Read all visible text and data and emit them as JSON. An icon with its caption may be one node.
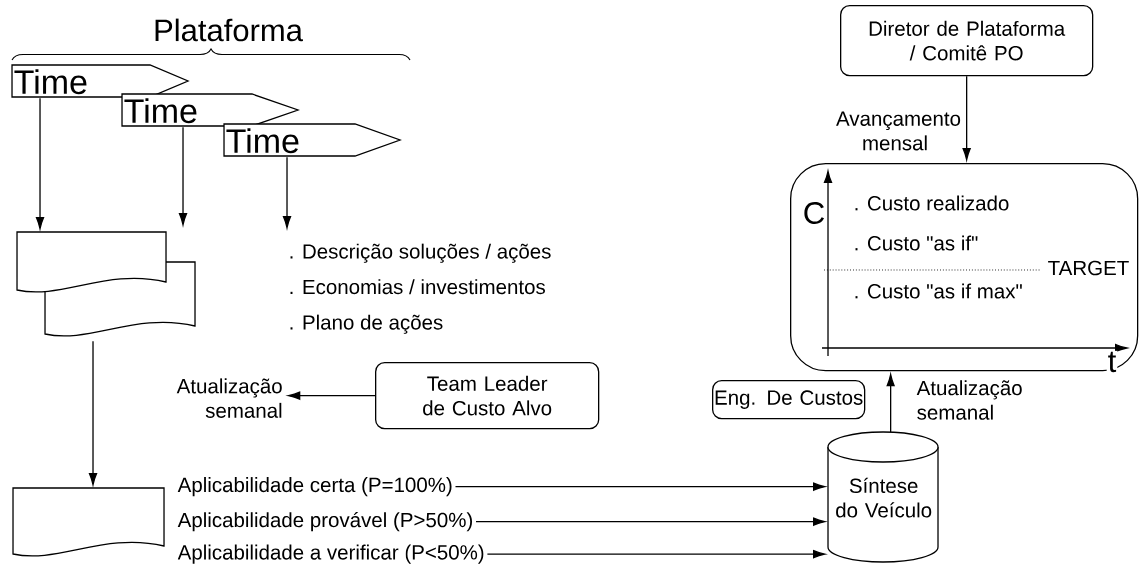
{
  "diagram": {
    "nodes": [
      {
        "text": [
          "Time"
        ]
      },
      {
        "text": [
          "Time"
        ]
      },
      {
        "text": [
          "Time"
        ]
      },
      {
        "text": [],
        "shape": "documents"
      },
      {
        "text": [
          ". Descrição soluções / ações",
          ". Economias / investimentos",
          ". Plano de ações"
        ]
      },
      {
        "text": [
          "Team Leader de Custo Alvo"
        ]
      },
      {
        "text": [
          "Atualização semanal"
        ]
      },
      {
        "text": [],
        "shape": "document"
      },
      {
        "text": [
          "Aplicabilidade certa (P=100%)"
        ]
      },
      {
        "text": [
          "Aplicabilidade provável (P>50%)"
        ]
      },
      {
        "text": [
          "Aplicabilidade a verificar (P<50%)"
        ]
      },
      {
        "text": [
          "Síntese do Veículo"
        ]
      },
      {
        "text": [
          "Eng. De Custos"
        ]
      },
      {
        "text": [
          "Diretor de Plataforma / Comitê PO"
        ]
      },
      {
        "text": [
          "C",
          ". Custo realizado",
          ". Custo \"as if\"",
          "TARGET",
          ". Custo \"as if max\"",
          "t"
        ]
      }
    ],
    "edges": [
      {
        "from": 0,
        "to": 3,
        "arrow": "to"
      },
      {
        "from": 1,
        "to": 3,
        "arrow": "to"
      },
      {
        "from": 2,
        "to": 4,
        "arrow": "to"
      },
      {
        "from": 3,
        "to": 7,
        "arrow": "to"
      },
      {
        "from": 5,
        "to": 6,
        "arrow": "to"
      },
      {
        "from": 8,
        "to": 11,
        "arrow": "to"
      },
      {
        "from": 9,
        "to": 11,
        "arrow": "to"
      },
      {
        "from": 10,
        "to": 11,
        "arrow": "to"
      },
      {
        "from": 11,
        "to": 14,
        "arrow": "to",
        "label": "Atualização semanal"
      },
      {
        "from": 13,
        "to": 14,
        "arrow": "to",
        "label": "Avançamento mensal"
      }
    ],
    "labels": [
      "Plataforma"
    ]
  }
}
